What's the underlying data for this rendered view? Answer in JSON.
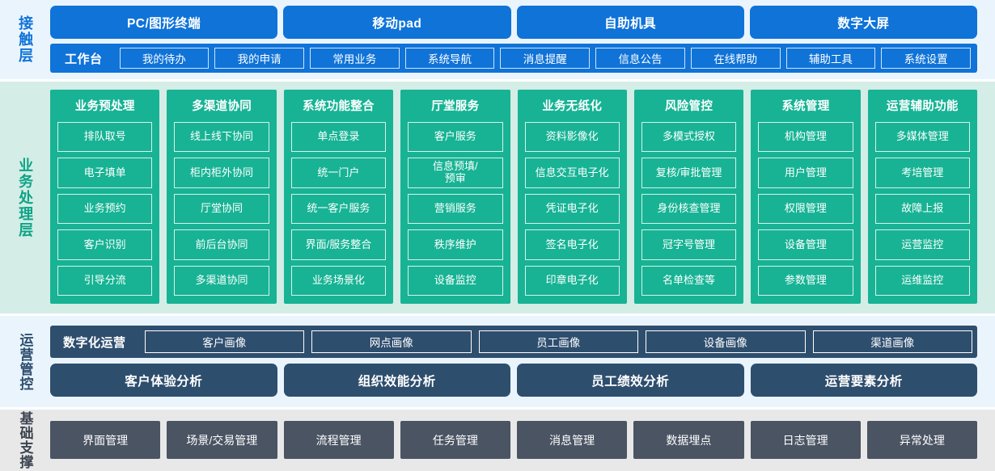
{
  "layers": {
    "contact": {
      "label": "接触层",
      "accent": "#0f73d8",
      "channels": [
        "PC/图形终端",
        "移动pad",
        "自助机具",
        "数字大屏"
      ],
      "workbench": {
        "title": "工作台",
        "items": [
          "我的待办",
          "我的申请",
          "常用业务",
          "系统导航",
          "消息提醒",
          "信息公告",
          "在线帮助",
          "辅助工具",
          "系统设置"
        ]
      }
    },
    "business": {
      "label": "业务处理层",
      "accent": "#17b394",
      "columns": [
        {
          "header": "业务预处理",
          "items": [
            "排队取号",
            "电子填单",
            "业务预约",
            "客户识别",
            "引导分流"
          ]
        },
        {
          "header": "多渠道协同",
          "items": [
            "线上线下协同",
            "柜内柜外协同",
            "厅堂协同",
            "前后台协同",
            "多渠道协同"
          ]
        },
        {
          "header": "系统功能整合",
          "items": [
            "单点登录",
            "统一门户",
            "统一客户服务",
            "界面/服务整合",
            "业务场景化"
          ]
        },
        {
          "header": "厅堂服务",
          "items": [
            "客户服务",
            "信息预填/\n预审",
            "营销服务",
            "秩序维护",
            "设备监控"
          ]
        },
        {
          "header": "业务无纸化",
          "items": [
            "资料影像化",
            "信息交互电子化",
            "凭证电子化",
            "签名电子化",
            "印章电子化"
          ]
        },
        {
          "header": "风险管控",
          "items": [
            "多模式授权",
            "复核/审批管理",
            "身份核查管理",
            "冠字号管理",
            "名单检查等"
          ]
        },
        {
          "header": "系统管理",
          "items": [
            "机构管理",
            "用户管理",
            "权限管理",
            "设备管理",
            "参数管理"
          ]
        },
        {
          "header": "运营辅助功能",
          "items": [
            "多媒体管理",
            "考培管理",
            "故障上报",
            "运营监控",
            "运维监控"
          ]
        }
      ]
    },
    "operations": {
      "label": "运营管控",
      "accent": "#2e4e6e",
      "digital": {
        "title": "数字化运营",
        "items": [
          "客户画像",
          "网点画像",
          "员工画像",
          "设备画像",
          "渠道画像"
        ]
      },
      "analysis": [
        "客户体验分析",
        "组织效能分析",
        "员工绩效分析",
        "运营要素分析"
      ]
    },
    "foundation": {
      "label": "基础支撑",
      "accent": "#4a5463",
      "items": [
        "界面管理",
        "场景/交易管理",
        "流程管理",
        "任务管理",
        "消息管理",
        "数据埋点",
        "日志管理",
        "异常处理"
      ]
    }
  }
}
